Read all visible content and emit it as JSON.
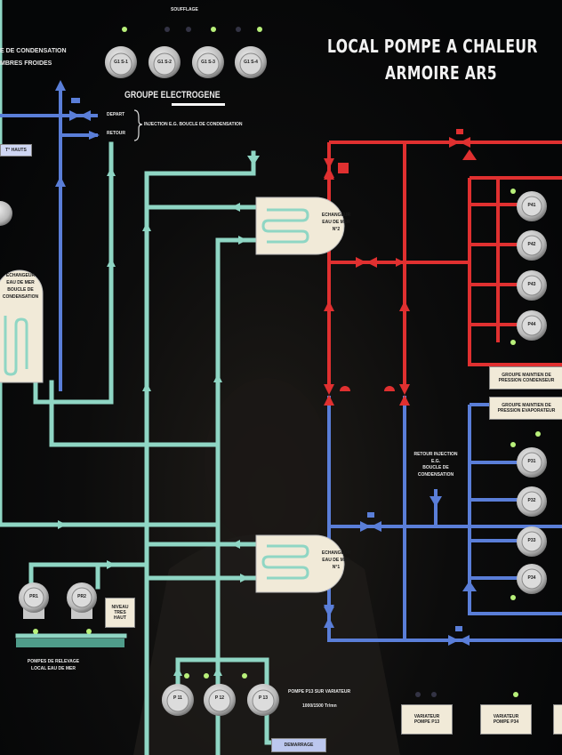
{
  "panel": {
    "title_line1": "LOCAL POMPE A CHALEUR",
    "title_line2": "ARMOIRE AR5",
    "top_left_line1": "E DE CONDENSATION",
    "top_left_line2": "MBRES FROIDES",
    "soufflage": "SOUFFLAGE",
    "groupe": "GROUPE ELECTROGENE",
    "depart": "DEPART",
    "retour": "RETOUR",
    "injection": "INJECTION E.G. BOUCLE DE CONDENSATION",
    "hauts": "T° HAUTS",
    "left_exchanger": [
      "ECHANGEUR",
      "EAU DE MER",
      "BOUCLE DE",
      "CONDENSATION"
    ],
    "exchanger_top": [
      "ECHANGEUR",
      "EAU DE MER",
      "N°2"
    ],
    "exchanger_bottom": [
      "ECHANGEUR",
      "EAU DE MER",
      "N°1"
    ],
    "retour_injection": [
      "RETOUR INJECTION",
      "E.G.",
      "BOUCLE DE",
      "CONDENSATION"
    ],
    "groupe_maintien_cond": [
      "GROUPE MAINTIEN DE",
      "PRESSION CONDENSEUR"
    ],
    "groupe_maintien_evap": [
      "GROUPE MAINTIEN DE",
      "PRESSION EVAPORATEUR"
    ],
    "niveau": [
      "NIVEAU",
      "TRES",
      "HAUT"
    ],
    "pompes_relevage": [
      "POMPES DE RELEVAGE",
      "LOCAL EAU DE MER"
    ],
    "pompe_p13": "POMPE P13 SUR VARIATEUR",
    "rpm": "1000/1500 Tr/mn",
    "demarrage": "DEMARRAGE",
    "variateur_p13": [
      "VARIATEUR",
      "POMPE P13"
    ],
    "variateur_p34": [
      "VARIATEUR",
      "POMPE P34"
    ]
  },
  "gauges_top": [
    "G1 S-1",
    "G1 S-2",
    "G1 S-3",
    "G1 S-4"
  ],
  "pumps_hot": [
    "P41",
    "P42",
    "P43",
    "P44"
  ],
  "pumps_cold": [
    "P31",
    "P32",
    "P33",
    "P34"
  ],
  "pumps_relevage": [
    "PR1",
    "PR2"
  ],
  "pumps_bottom": [
    "P 11",
    "P 12",
    "P 13"
  ],
  "colors": {
    "hot_pipe": "#e03030",
    "cold_pipe": "#5a7ed8",
    "seawater_pipe": "#8fd6c4",
    "panel": "#050607",
    "indicator_light": "#b8f07a"
  }
}
